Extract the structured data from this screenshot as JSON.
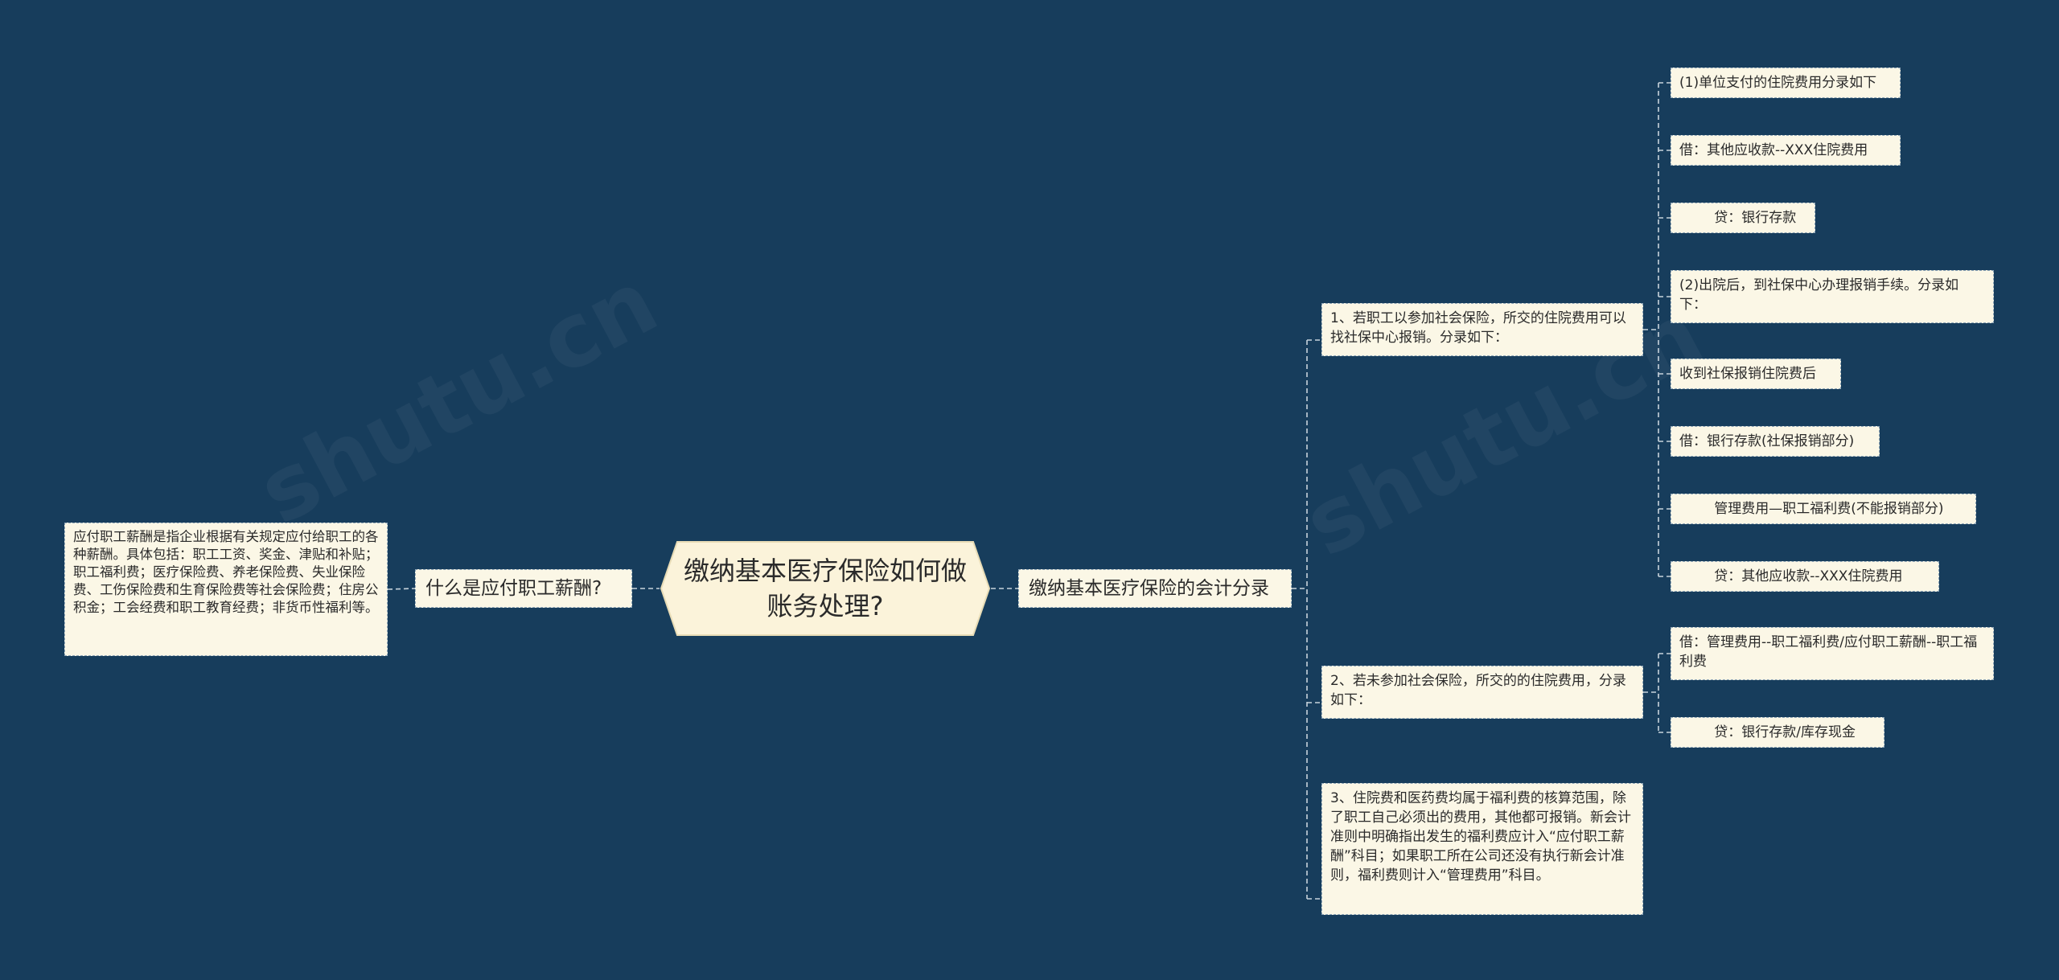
{
  "root": {
    "text": "缴纳基本医疗保险如何做账务处理?"
  },
  "left_branch": {
    "title": "什么是应付职工薪酬?",
    "detail": "应付职工薪酬是指企业根据有关规定应付给职工的各种薪酬。具体包括：职工工资、奖金、津贴和补贴；职工福利费；医疗保险费、养老保险费、失业保险费、工伤保险费和生育保险费等社会保险费；住房公积金；工会经费和职工教育经费；非货币性福利等。"
  },
  "right_branch": {
    "title": "缴纳基本医疗保险的会计分录",
    "items": [
      {
        "text": "1、若职工以参加社会保险，所交的住院费用可以找社保中心报销。分录如下：",
        "children": [
          "(1)单位支付的住院费用分录如下",
          "借：其他应收款--XXX住院费用",
          "        贷：银行存款",
          "(2)出院后，到社保中心办理报销手续。分录如下：",
          "收到社保报销住院费后",
          "借：银行存款(社保报销部分)",
          "        管理费用—职工福利费(不能报销部分)",
          "        贷：其他应收款--XXX住院费用"
        ]
      },
      {
        "text": "2、若未参加社会保险，所交的的住院费用，分录如下：",
        "children": [
          "借：管理费用--职工福利费/应付职工薪酬--职工福利费",
          "        贷：银行存款/库存现金"
        ]
      },
      {
        "text": "3、住院费和医药费均属于福利费的核算范围，除了职工自己必须出的费用，其他都可报销。新会计准则中明确指出发生的福利费应计入“应付职工薪酬”科目；如果职工所在公司还没有执行新会计准则，福利费则计入“管理费用”科目。",
        "children": []
      }
    ]
  },
  "colors": {
    "background": "#173d5c",
    "node_fill": "#fbf7e6",
    "root_fill": "#fbf3da",
    "connector": "#c7d3dc"
  }
}
